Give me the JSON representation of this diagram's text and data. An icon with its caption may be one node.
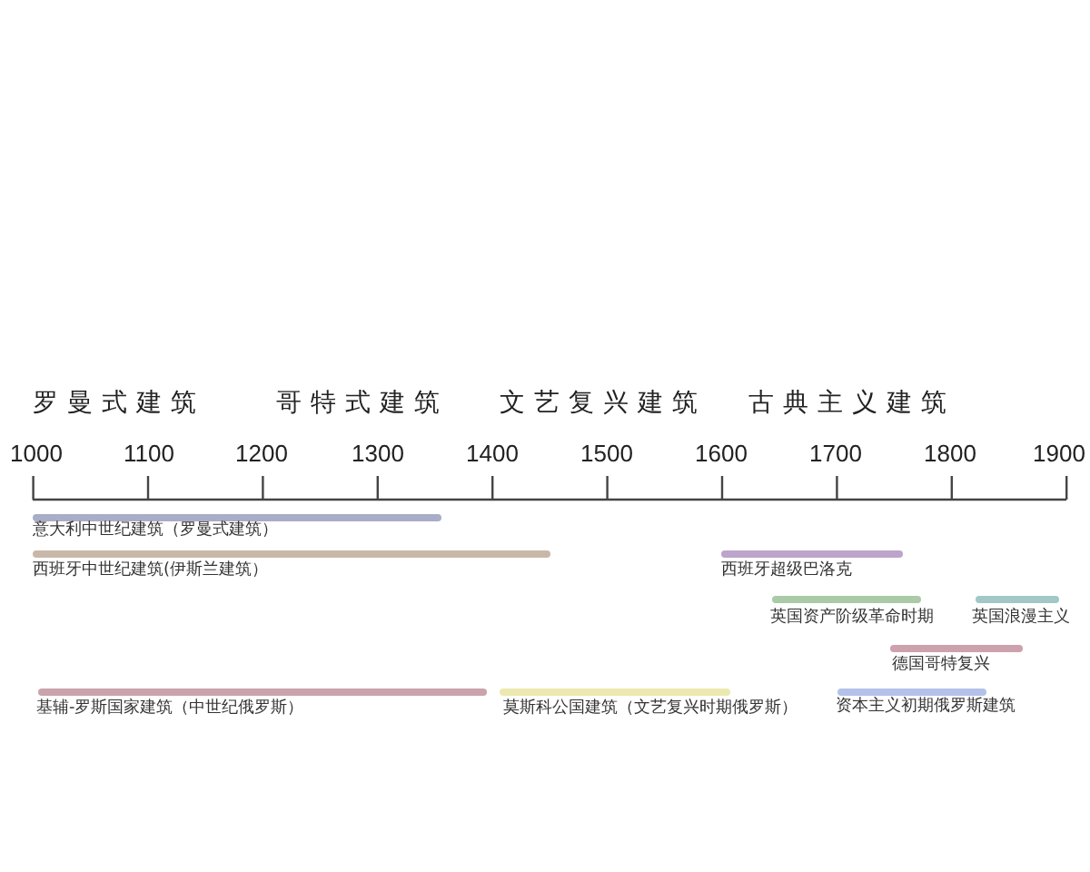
{
  "diagram": {
    "nodes": [
      {
        "text": [
          "意大利中世纪建筑（罗曼式建筑）"
        ]
      },
      {
        "text": [
          "西班牙中世纪建筑(伊斯兰建筑）"
        ]
      },
      {
        "text": [
          "西班牙超级巴洛克"
        ]
      },
      {
        "text": [
          "英国资产阶级革命时期"
        ]
      },
      {
        "text": [
          "英国浪漫主义"
        ]
      },
      {
        "text": [
          "德国哥特复兴"
        ]
      },
      {
        "text": [
          "基辅-罗斯国家建筑（中世纪俄罗斯）"
        ]
      },
      {
        "text": [
          "莫斯科公国建筑（文艺复兴时期俄罗斯）"
        ]
      },
      {
        "text": [
          "资本主义初期俄罗斯建筑"
        ]
      }
    ],
    "labels": [
      "罗曼式建筑",
      "哥特式建筑",
      "文艺复兴建筑",
      "古典主义建筑",
      "1000",
      "1100",
      "1200",
      "1300",
      "1400",
      "1500",
      "1600",
      "1700",
      "1800",
      "1900"
    ]
  }
}
